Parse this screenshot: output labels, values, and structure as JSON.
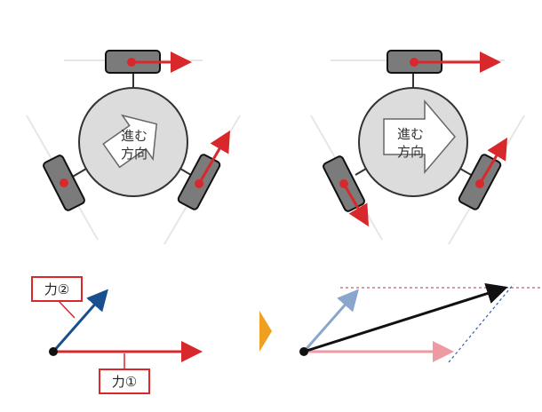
{
  "labels": {
    "direction_line1": "進む",
    "direction_line2": "方向",
    "force1": "力①",
    "force2": "力②"
  },
  "colors": {
    "force_red": "#d8282c",
    "force_blue": "#1a4f8f",
    "resultant_black": "#111111",
    "faded_red": "#ee9aa2",
    "faded_blue": "#8aa6cc",
    "wheel_fill": "#7b7b7b",
    "body_fill": "#dcdcdc",
    "play_orange": "#f0a020",
    "guide_red": "#e05060",
    "guide_blue": "#3060b0"
  },
  "icons": {
    "next": "play-triangle-icon"
  }
}
